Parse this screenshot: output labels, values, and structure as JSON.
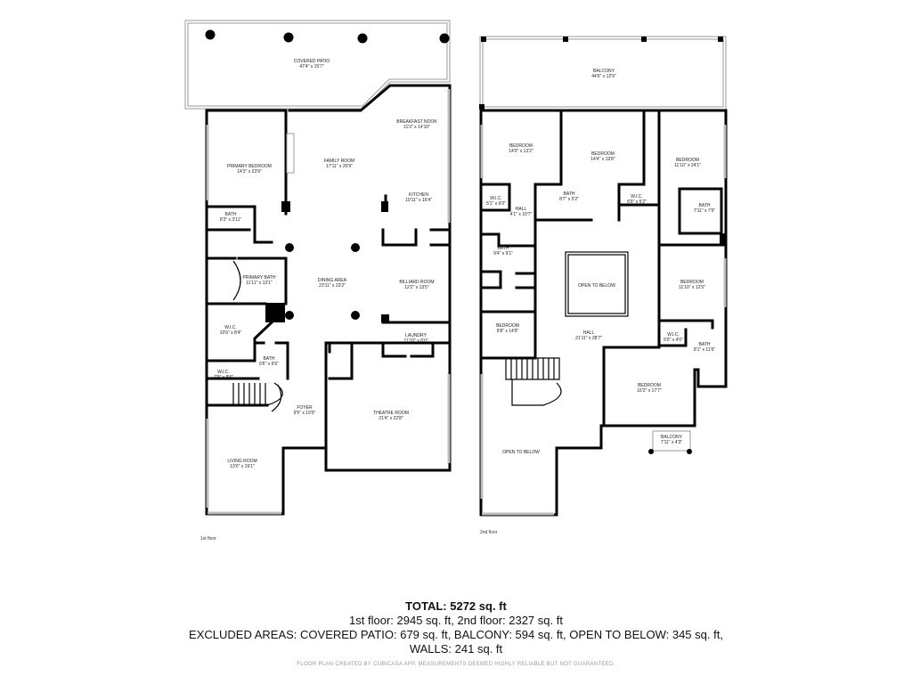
{
  "floors": [
    {
      "key": "f1",
      "label": "1st floor",
      "rooms": [
        {
          "name": "COVERED PATIO",
          "dims": "47'4\" x 15'7\""
        },
        {
          "name": "BREAKFAST NOOK",
          "dims": "11'2\" x 14'10\""
        },
        {
          "name": "PRIMARY BEDROOM",
          "dims": "14'3\" x 23'9\""
        },
        {
          "name": "FAMILY ROOM",
          "dims": "17'11\" x 20'9\""
        },
        {
          "name": "KITCHEN",
          "dims": "10'11\" x 16'4\""
        },
        {
          "name": "BATH",
          "dims": "8'3\" x 3'11\""
        },
        {
          "name": "PRIMARY BATH",
          "dims": "11'11\" x 13'1\""
        },
        {
          "name": "DINING AREA",
          "dims": "23'11\" x 23'2\""
        },
        {
          "name": "BILLIARD ROOM",
          "dims": "12'2\" x 13'5\""
        },
        {
          "name": "W.I.C.",
          "dims": "10'6\" x 8'4\""
        },
        {
          "name": "LAUNDRY",
          "dims": "11'10\" x 6'0\""
        },
        {
          "name": "BATH",
          "dims": "6'6\" x 6'6\""
        },
        {
          "name": "W.I.C.",
          "dims": "7'9\" x 8'6\""
        },
        {
          "name": "FOYER",
          "dims": "9'5\" x 19'0\""
        },
        {
          "name": "THEATRE ROOM",
          "dims": "21'4\" x 22'8\""
        },
        {
          "name": "LIVING ROOM",
          "dims": "13'0\" x 19'1\""
        }
      ]
    },
    {
      "key": "f2",
      "label": "2nd floor",
      "rooms": [
        {
          "name": "BALCONY",
          "dims": "44'6\" x 12'9\""
        },
        {
          "name": "BEDROOM",
          "dims": "14'0\" x 13'2\""
        },
        {
          "name": "BEDROOM",
          "dims": "14'4\" x 19'8\""
        },
        {
          "name": "BEDROOM",
          "dims": "11'10\" x 24'1\""
        },
        {
          "name": "BATH",
          "dims": "8'7\" x 5'2\""
        },
        {
          "name": "W.I.C.",
          "dims": "5'1\" x 6'0\""
        },
        {
          "name": "HALL",
          "dims": "4'1\" x 10'7\""
        },
        {
          "name": "W.I.C.",
          "dims": "6'9\" x 5'2\""
        },
        {
          "name": "BATH",
          "dims": "7'11\" x 7'5\""
        },
        {
          "name": "BATH",
          "dims": "9'4\" x 9'1\""
        },
        {
          "name": "OPEN TO BELOW",
          "dims": ""
        },
        {
          "name": "BEDROOM",
          "dims": "11'10\" x 12'5\""
        },
        {
          "name": "BEDROOM",
          "dims": "9'8\" x 14'9\""
        },
        {
          "name": "HALL",
          "dims": "21'11\" x 28'7\""
        },
        {
          "name": "W.I.C.",
          "dims": "5'0\" x 4'0\""
        },
        {
          "name": "BATH",
          "dims": "8'1\" x 11'6\""
        },
        {
          "name": "BEDROOM",
          "dims": "16'2\" x 17'7\""
        },
        {
          "name": "BALCONY",
          "dims": "7'11\" x 4'3\""
        },
        {
          "name": "OPEN TO BELOW",
          "dims": ""
        }
      ]
    }
  ],
  "summary": {
    "total": "TOTAL: 5272 sq. ft",
    "floors": "1st floor: 2945 sq. ft, 2nd floor: 2327 sq. ft",
    "excluded": "EXCLUDED AREAS: COVERED PATIO: 679 sq. ft, BALCONY: 594 sq. ft, OPEN TO BELOW: 345 sq. ft,",
    "walls": "WALLS: 241 sq. ft",
    "credit": "FLOOR PLAN CREATED BY CUBICASA APP. MEASUREMENTS DEEMED HIGHLY RELIABLE BUT NOT GUARANTEED."
  }
}
